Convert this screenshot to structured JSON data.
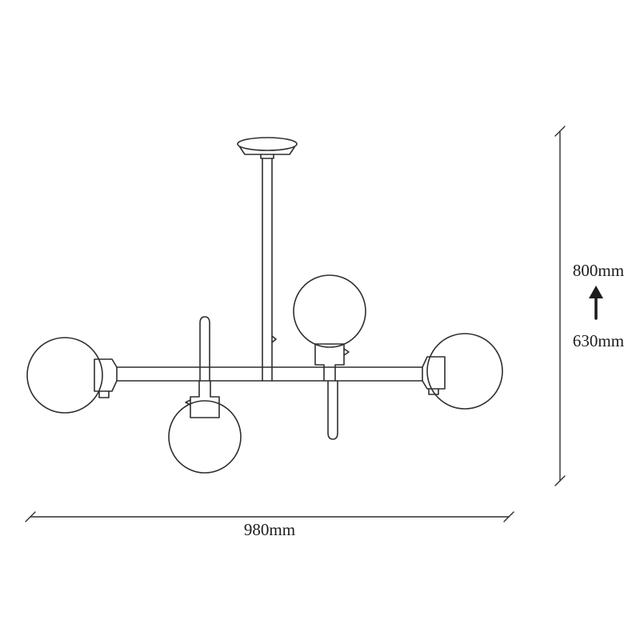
{
  "figure": {
    "type": "technical-dimension-drawing",
    "subject": "four-globe ceiling pendant lamp, line drawing with dimension callouts",
    "colors": {
      "line": "#2f2f2f",
      "text": "#1c1c1c",
      "background": "#ffffff"
    },
    "dimensions": {
      "width_label": "980mm",
      "height_total_label": "800mm",
      "height_fixture_label": "630mm",
      "arrow_glyph": "↑"
    }
  }
}
